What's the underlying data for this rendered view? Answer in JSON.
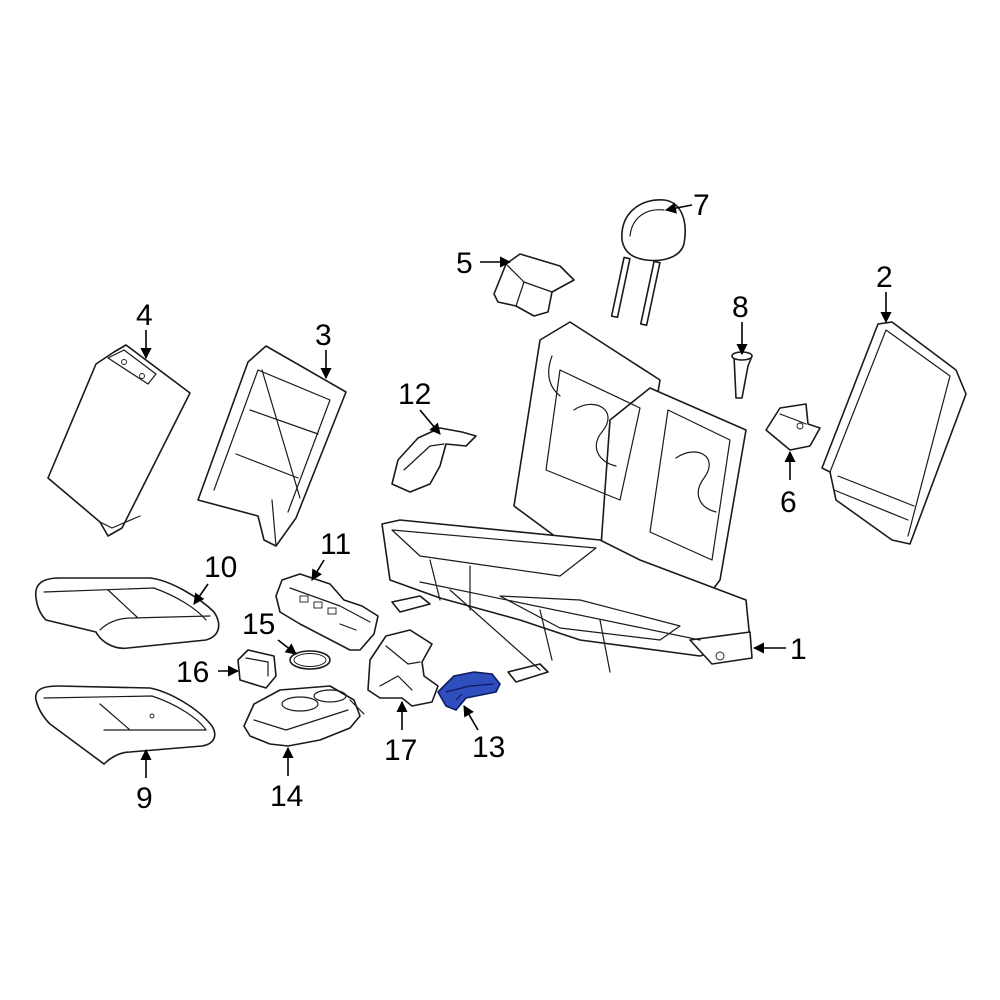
{
  "diagram": {
    "highlight_color": "#2f4fbf",
    "callouts": [
      {
        "id": "1",
        "label": "1"
      },
      {
        "id": "2",
        "label": "2"
      },
      {
        "id": "3",
        "label": "3"
      },
      {
        "id": "4",
        "label": "4"
      },
      {
        "id": "5",
        "label": "5"
      },
      {
        "id": "6",
        "label": "6"
      },
      {
        "id": "7",
        "label": "7"
      },
      {
        "id": "8",
        "label": "8"
      },
      {
        "id": "9",
        "label": "9"
      },
      {
        "id": "10",
        "label": "10"
      },
      {
        "id": "11",
        "label": "11"
      },
      {
        "id": "12",
        "label": "12"
      },
      {
        "id": "13",
        "label": "13"
      },
      {
        "id": "14",
        "label": "14"
      },
      {
        "id": "15",
        "label": "15"
      },
      {
        "id": "16",
        "label": "16"
      },
      {
        "id": "17",
        "label": "17"
      }
    ]
  }
}
